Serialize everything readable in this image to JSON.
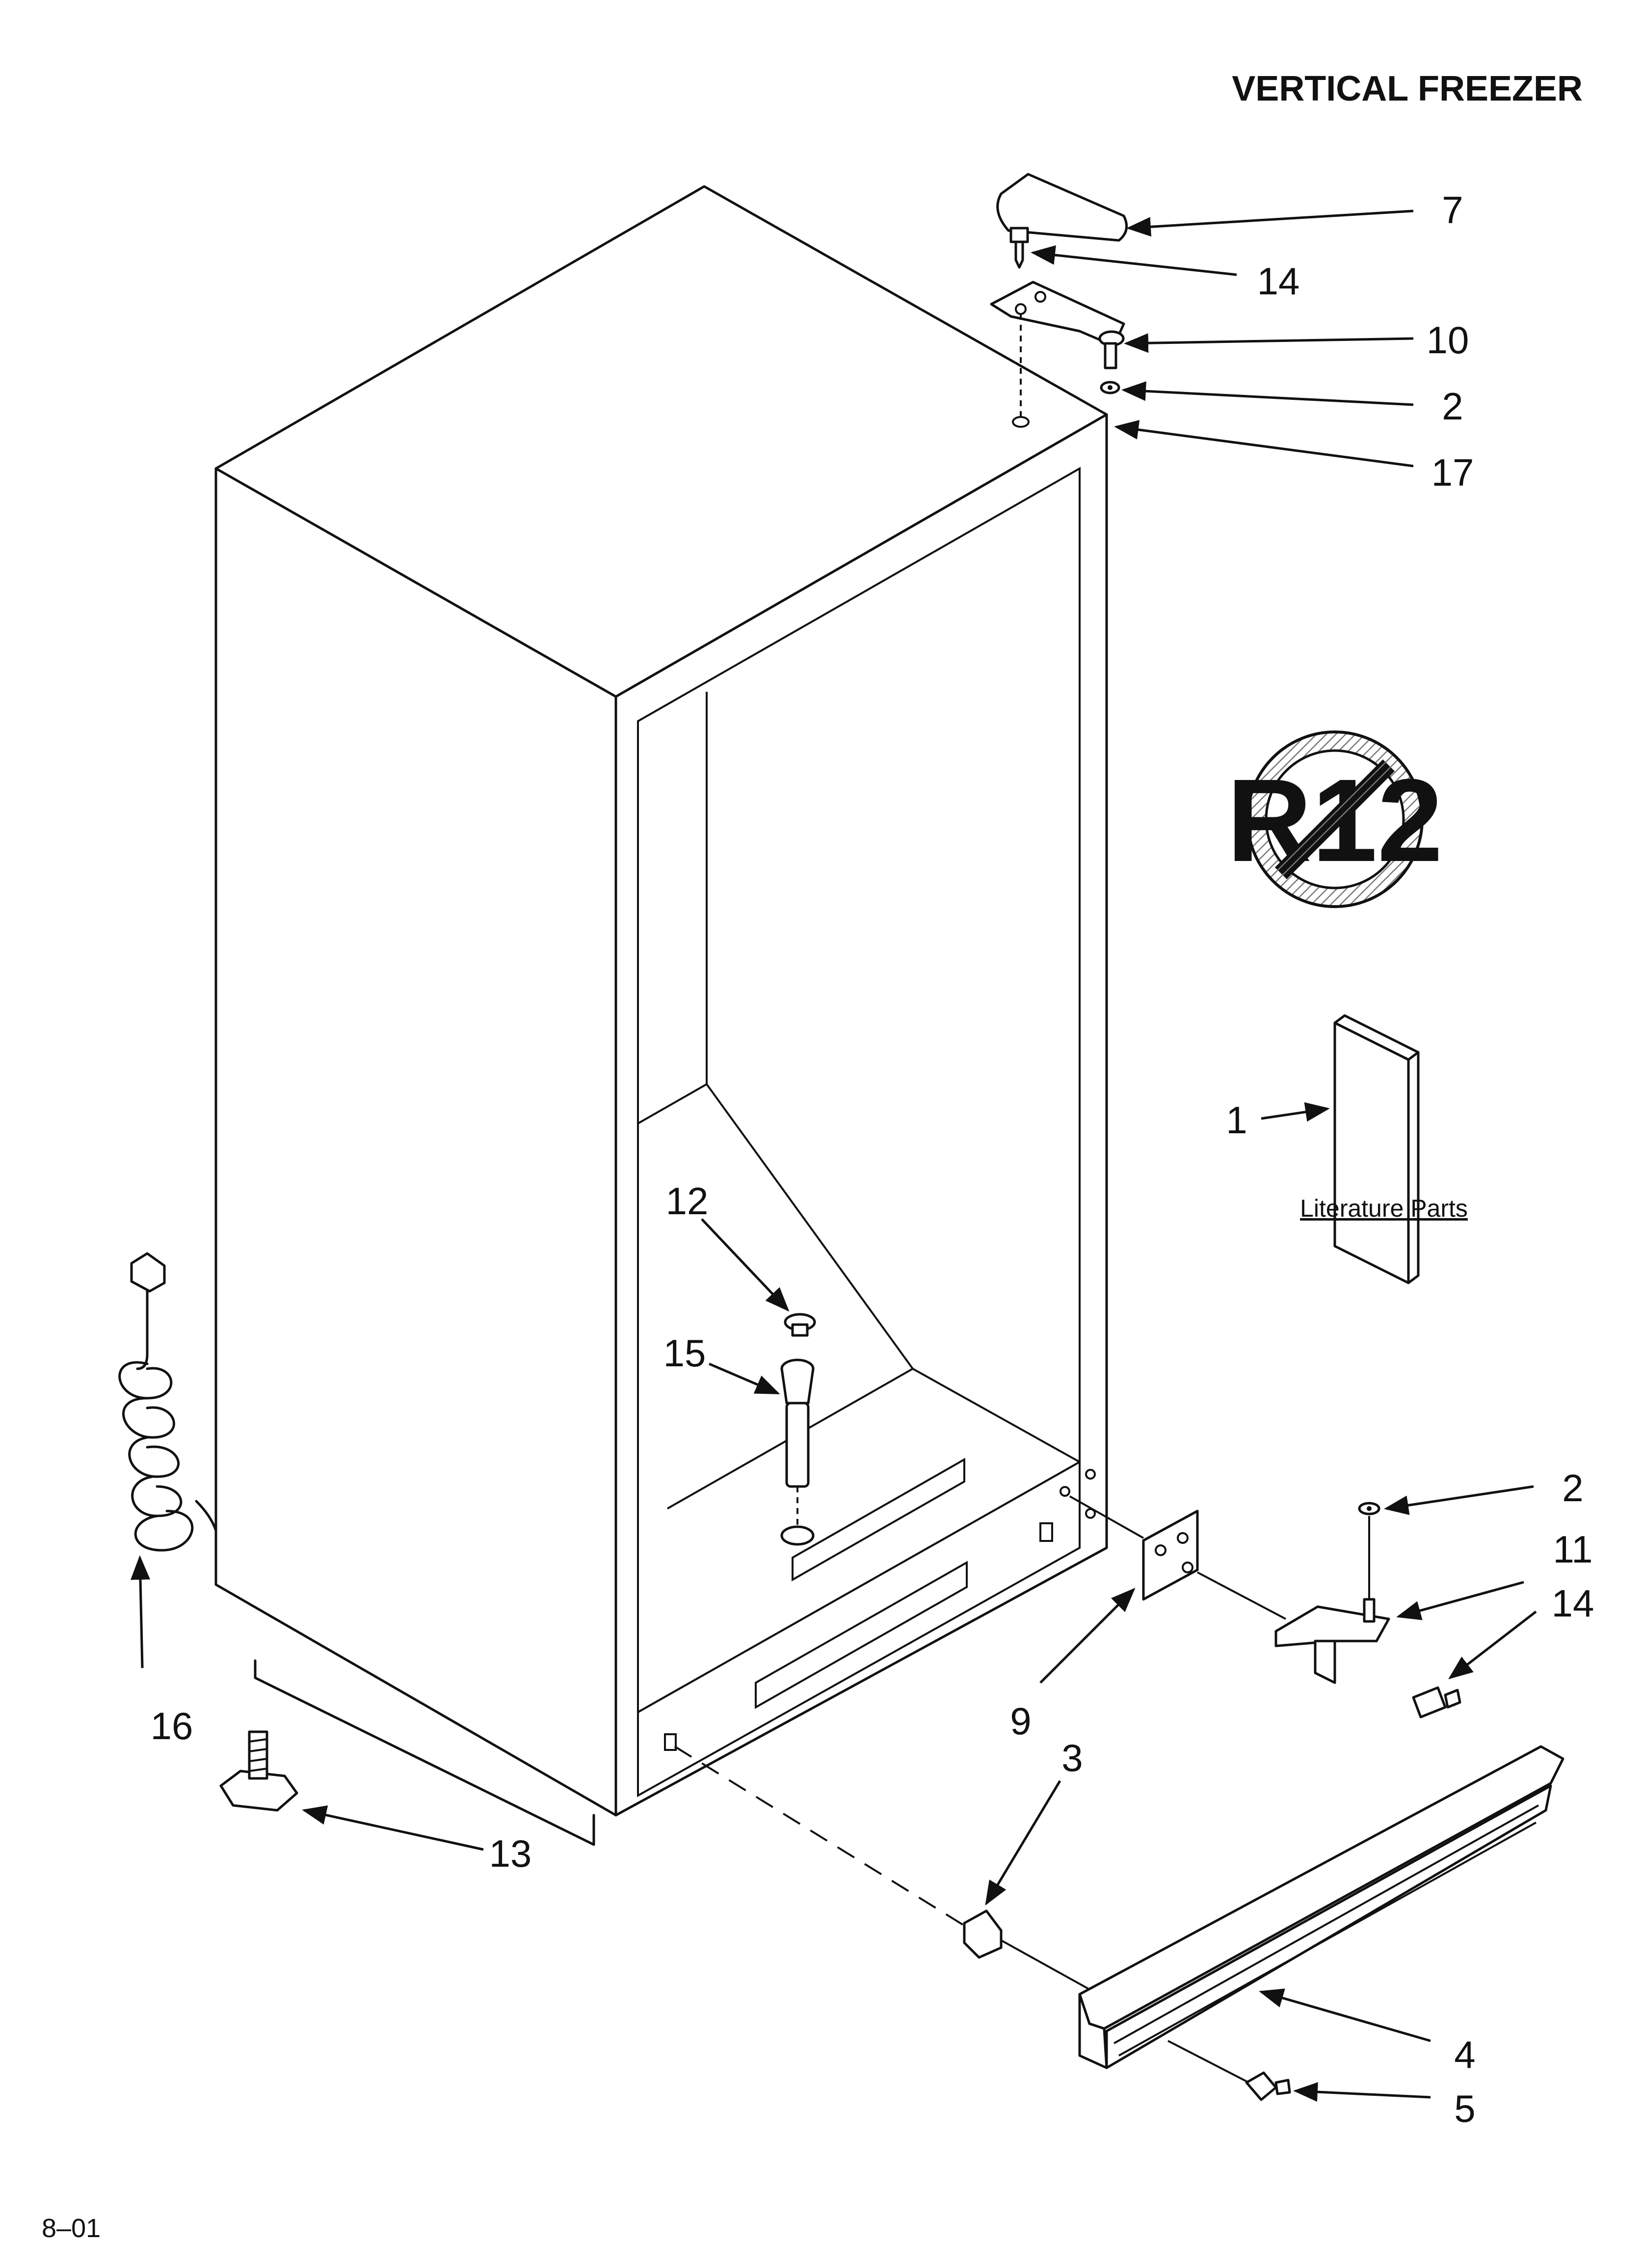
{
  "diagram": {
    "title": "VERTICAL FREEZER",
    "footer_code": "8–01",
    "literature_caption": "Literature Parts",
    "r12_symbol_text": "R12",
    "callouts": {
      "c7": "7",
      "c14_top": "14",
      "c10": "10",
      "c2_top": "2",
      "c17": "17",
      "c1": "1",
      "c12": "12",
      "c15": "15",
      "c2_right": "2",
      "c11": "11",
      "c14_right": "14",
      "c9": "9",
      "c16": "16",
      "c3": "3",
      "c13": "13",
      "c4": "4",
      "c5": "5"
    }
  }
}
